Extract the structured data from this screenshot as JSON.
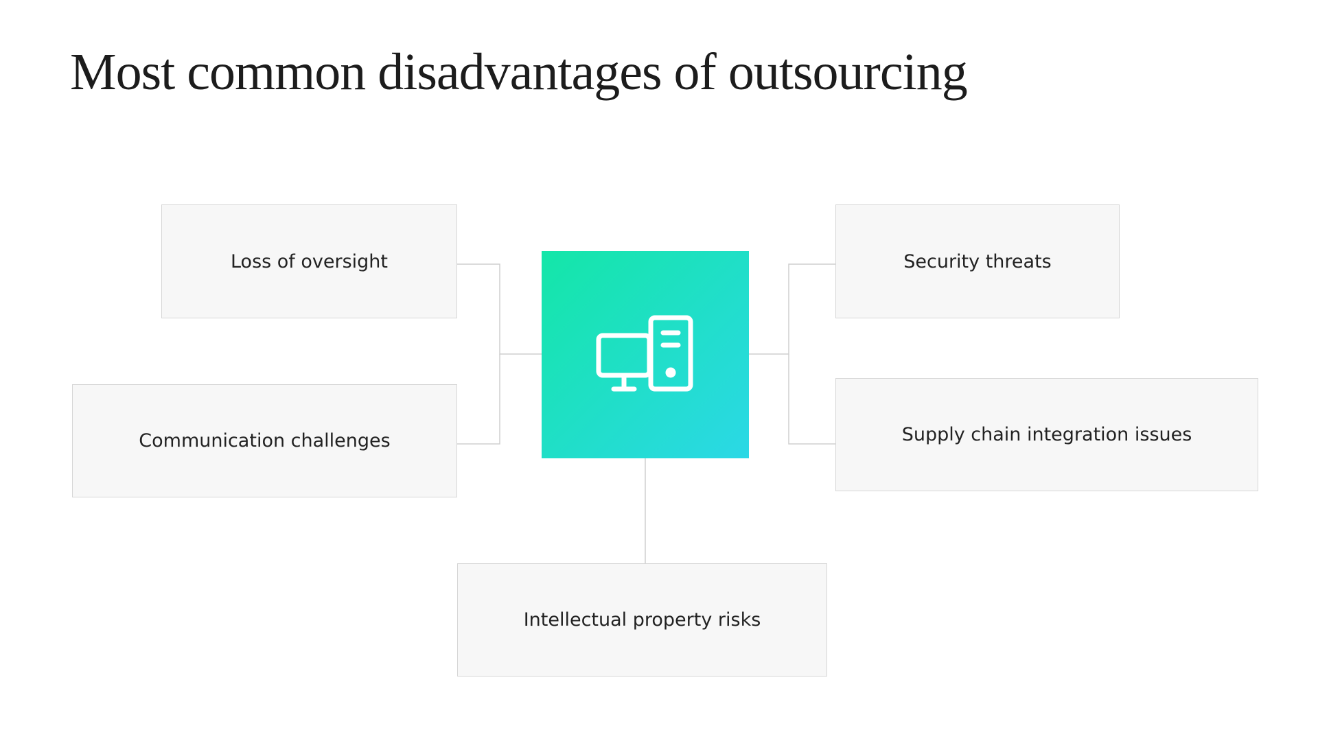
{
  "title": "Most common disadvantages of outsourcing",
  "hub": {
    "icon": "computer-icon",
    "gradient": [
      "#14e6a8",
      "#2bd8e6"
    ]
  },
  "items": {
    "loss_of_oversight": "Loss of oversight",
    "communication_challenges": "Communication challenges",
    "security_threats": "Security threats",
    "supply_chain_integration_issues": "Supply chain integration issues",
    "intellectual_property_risks": "Intellectual property risks"
  }
}
